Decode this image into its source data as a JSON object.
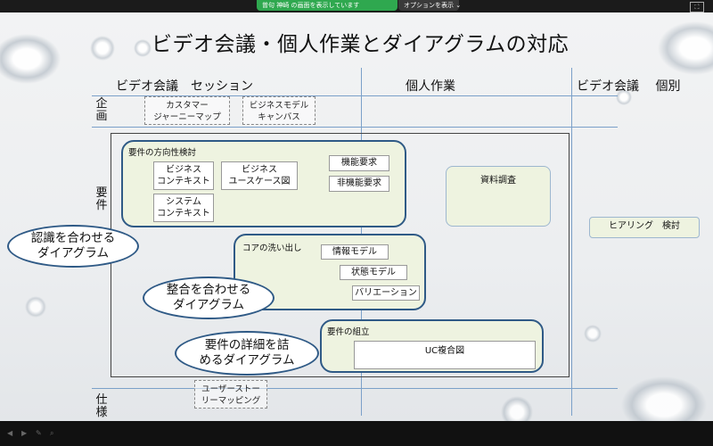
{
  "zoom": {
    "share_text": "曽句 神崎 の画面を表示しています",
    "options_label": "オプションを表示 ⌄",
    "window_button": "⛶"
  },
  "slide": {
    "title": "ビデオ会議・個人作業とダイアグラムの対応",
    "columns": {
      "video_session": "ビデオ会議　セッション",
      "personal": "個人作業",
      "video_individual": "ビデオ会議　 個別"
    },
    "rows": {
      "planning": "企画",
      "requirements": "要件",
      "specification": "仕様"
    },
    "planning_items": {
      "customer_journey": "カスタマー\nジャーニーマップ",
      "business_model": "ビジネスモデル\nキャンバス"
    },
    "group_direction": {
      "header": "要件の方向性検討",
      "business_context": "ビジネス\nコンテキスト",
      "business_usecase": "ビジネス\nユースケース図",
      "system_context": "システム\nコンテキスト",
      "functional": "機能要求",
      "nonfunctional": "非機能要求"
    },
    "group_core": {
      "header": "コアの洗い出し",
      "info_model": "情報モデル",
      "state_model": "状態モデル",
      "variation": "バリエーション"
    },
    "group_detail": {
      "header": "要件の組立",
      "uc_composite": "UC複合図"
    },
    "research": "資料調査",
    "hearing": "ヒアリング　検討",
    "callouts": {
      "recognition": "認識を合わせる\nダイアグラム",
      "consistency": "整合を合わせる\nダイアグラム",
      "detail": "要件の詳細を詰\nめるダイアグラム"
    },
    "spec_item": "ユーザーストー\nリーマッピング"
  },
  "colors": {
    "grid_line": "#7ba0c9",
    "group_border": "#2f5a86",
    "group_fill": "#eef3e0",
    "share_green": "#2fa84f"
  }
}
